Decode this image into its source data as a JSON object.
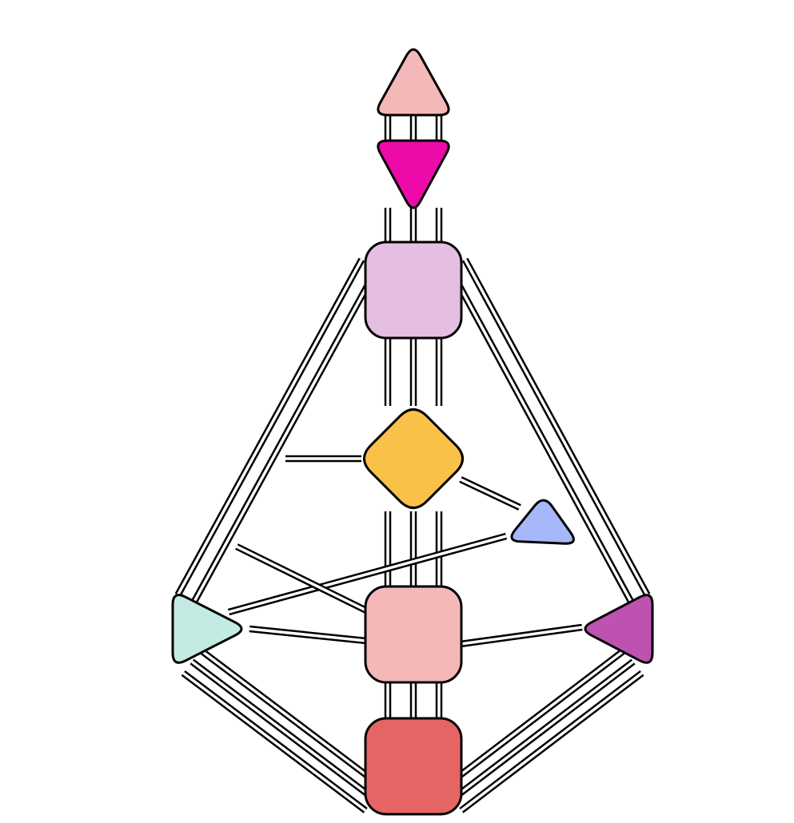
{
  "diagram": {
    "centers": [
      {
        "id": "head",
        "shape": "triangle-up",
        "color": "#F4B8B9"
      },
      {
        "id": "ajna",
        "shape": "triangle-down",
        "color": "#EC0BA9"
      },
      {
        "id": "throat",
        "shape": "square",
        "color": "#E5BEE1"
      },
      {
        "id": "g",
        "shape": "diamond",
        "color": "#FAC148"
      },
      {
        "id": "heart",
        "shape": "triangle-small",
        "color": "#A6B8FA"
      },
      {
        "id": "spleen",
        "shape": "triangle-right",
        "color": "#C3EAE3"
      },
      {
        "id": "sacral",
        "shape": "square",
        "color": "#F4B8B9"
      },
      {
        "id": "solar-plexus",
        "shape": "triangle-left",
        "color": "#BE52B0"
      },
      {
        "id": "root",
        "shape": "square",
        "color": "#E56565"
      }
    ],
    "channels": [
      {
        "from": "head",
        "to": "ajna",
        "count": 3
      },
      {
        "from": "ajna",
        "to": "throat",
        "count": 3
      },
      {
        "from": "throat",
        "to": "g",
        "count": 3
      },
      {
        "from": "g",
        "to": "sacral",
        "count": 3
      },
      {
        "from": "sacral",
        "to": "root",
        "count": 3
      },
      {
        "from": "throat",
        "to": "spleen",
        "count": 2
      },
      {
        "from": "throat",
        "to": "solar-plexus",
        "count": 2
      },
      {
        "from": "spleen",
        "to": "root",
        "count": 3
      },
      {
        "from": "solar-plexus",
        "to": "root",
        "count": 3
      },
      {
        "from": "g",
        "to": "spleen",
        "count": 1
      },
      {
        "from": "g",
        "to": "heart",
        "count": 1
      },
      {
        "from": "heart",
        "to": "spleen",
        "count": 1
      },
      {
        "from": "spleen",
        "to": "sacral",
        "count": 2
      },
      {
        "from": "sacral",
        "to": "solar-plexus",
        "count": 1
      }
    ]
  }
}
